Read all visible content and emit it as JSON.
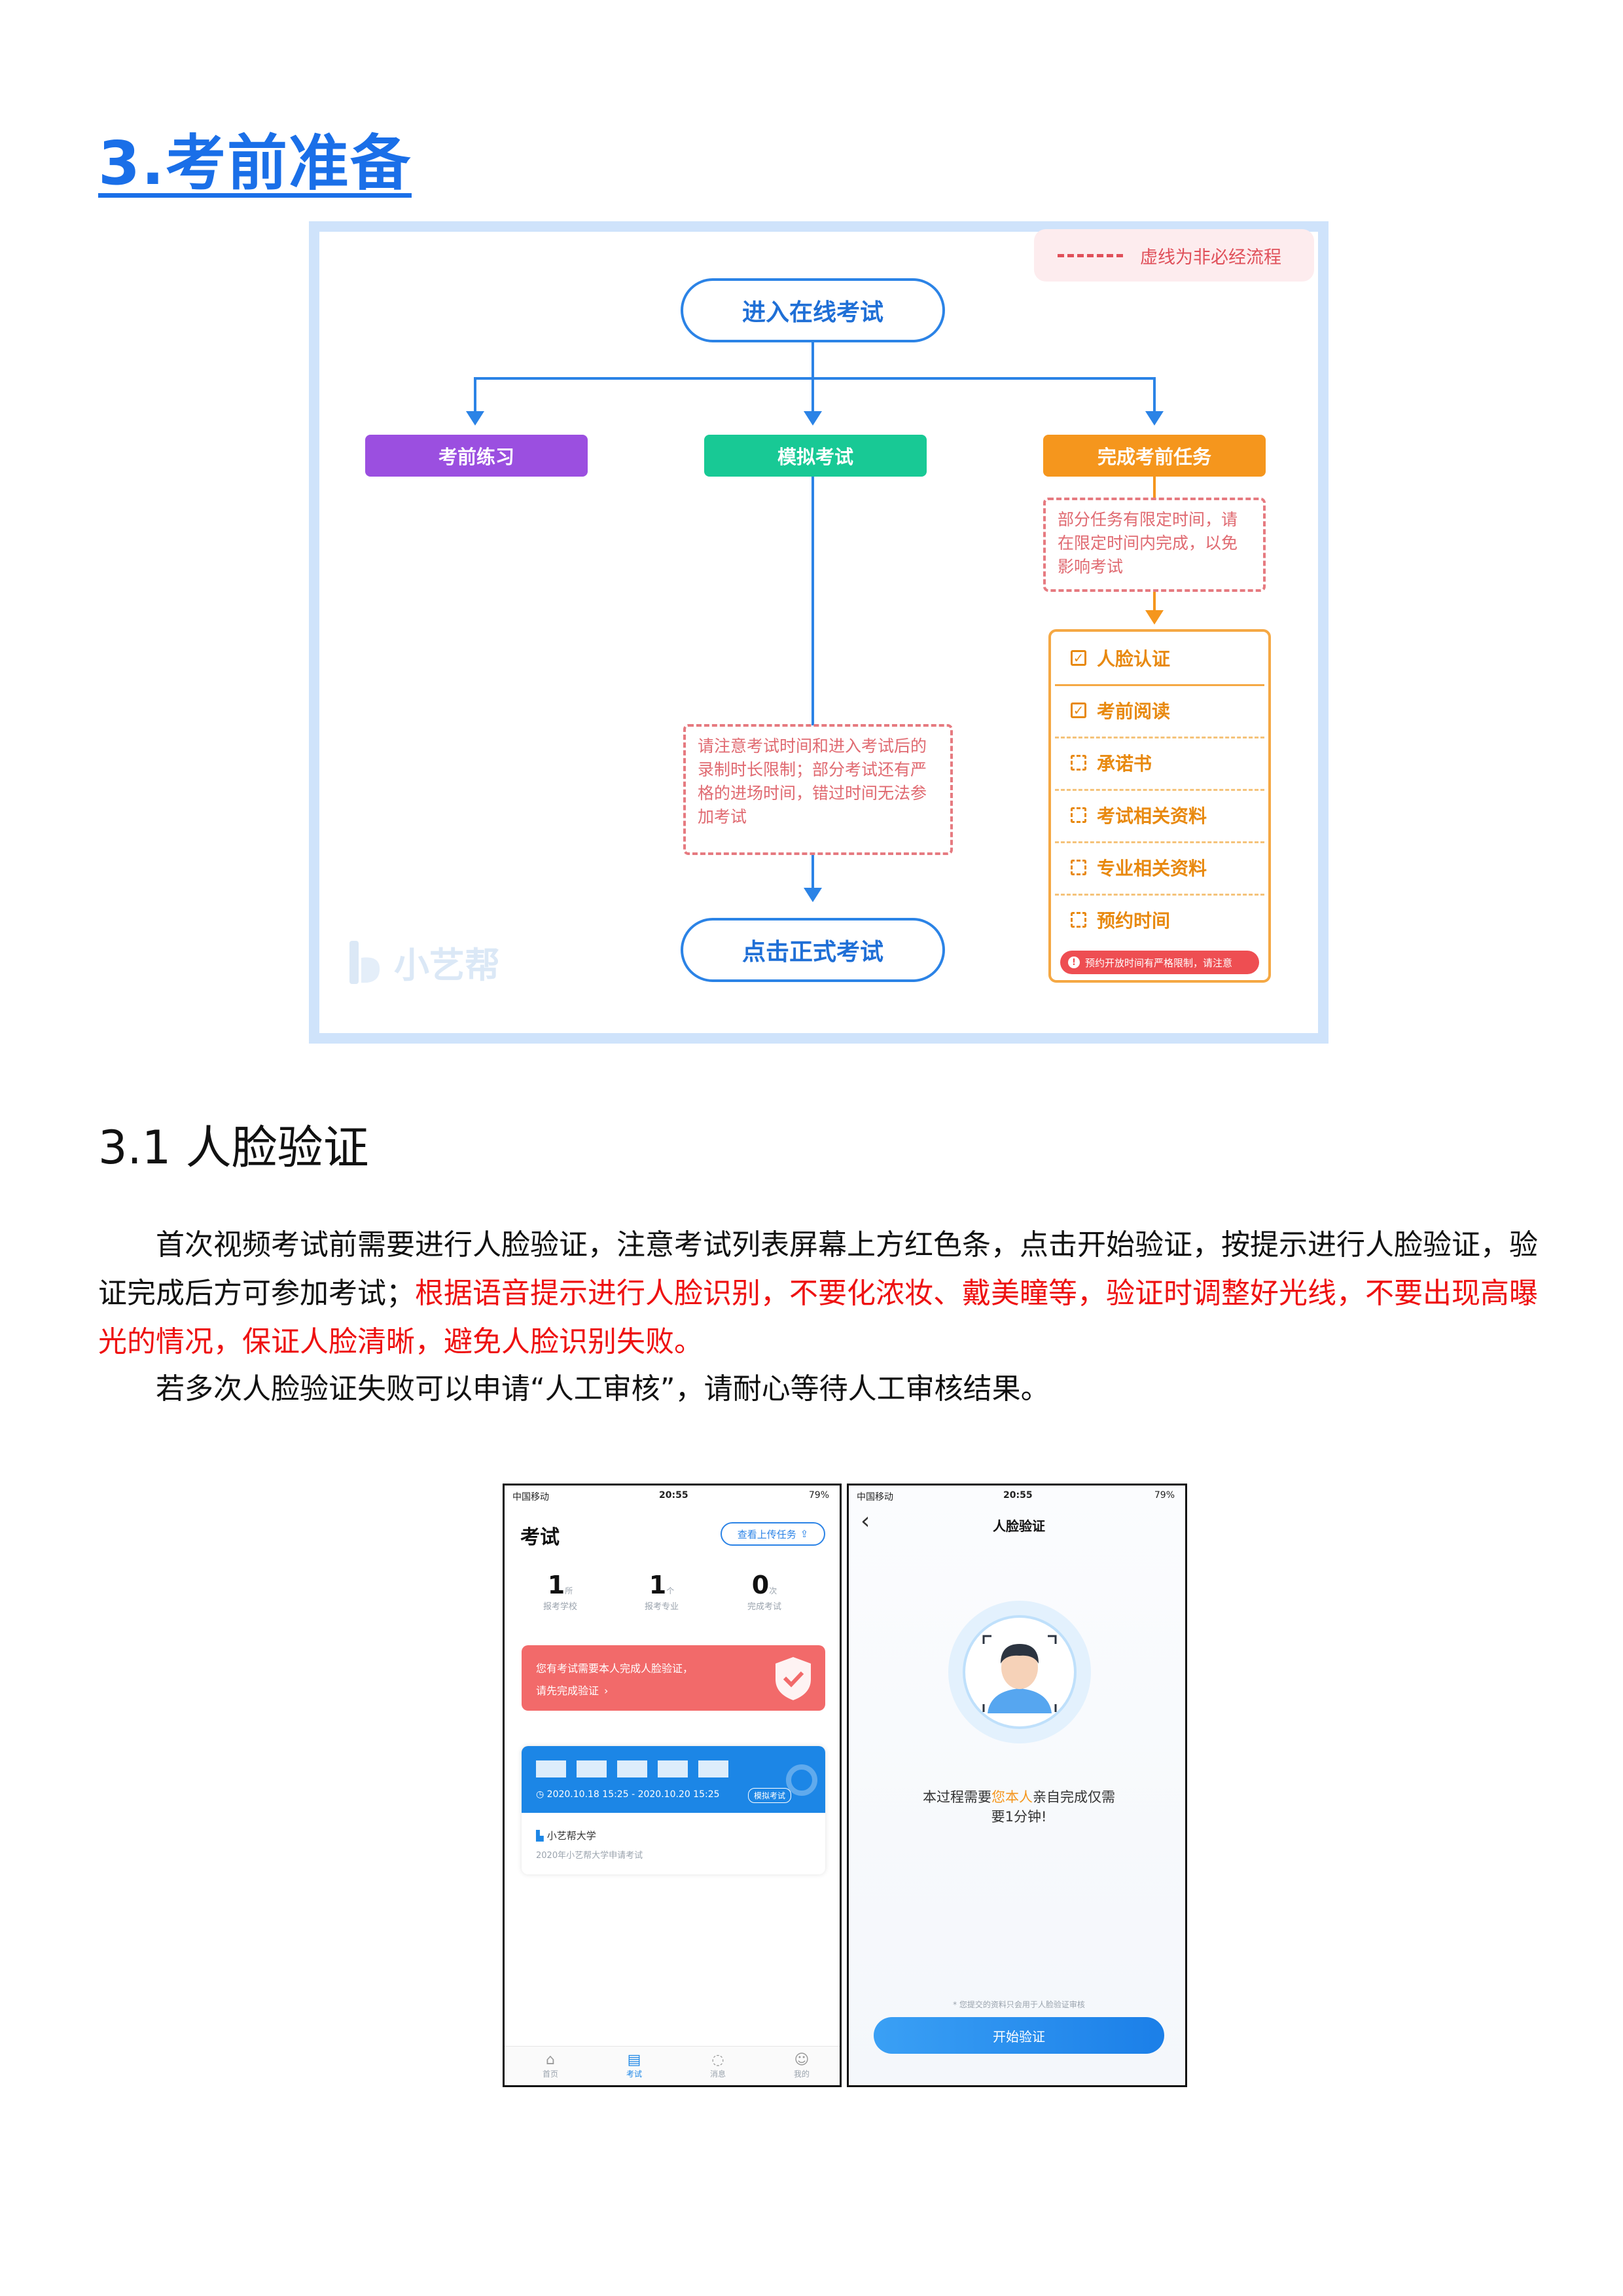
{
  "title": "3.考前准备",
  "flowchart": {
    "legend": "虚线为非必经流程",
    "start": "进入在线考试",
    "branches": [
      "考前练习",
      "模拟考试",
      "完成考前任务"
    ],
    "task_note": "部分任务有限定时间，请在限定时间内完成，以免影响考试",
    "tasks": [
      "人脸认证",
      "考前阅读",
      "承诺书",
      "考试相关资料",
      "专业相关资料",
      "预约时间"
    ],
    "task_footer": "预约开放时间有严格限制，请注意",
    "mock_note": "请注意考试时间和进入考试后的录制时长限制；部分考试还有严格的进场时间，错过时间无法参加考试",
    "end": "点击正式考试",
    "brand": "小艺帮",
    "colors": {
      "blue": "#2b83e6",
      "purple": "#9b4fe0",
      "green": "#18c995",
      "orange": "#f5961d",
      "red": "#ee4e52"
    }
  },
  "section": {
    "heading": "3.1 人脸验证",
    "para1_a": "首次视频考试前需要进行人脸验证，注意考试列表屏幕上方红色条，点击开始验证，按提示进行人脸验证，验证完成后方可参加考试；",
    "para1_b": "根据语音提示进行人脸识别，不要化浓妆、戴美瞳等，验证时调整好光线，不要出现高曝光的情况，保证人脸清晰，避免人脸识别失败。",
    "para2": "若多次人脸验证失败可以申请“人工审核”，请耐心等待人工审核结果。"
  },
  "phone1": {
    "carrier": "中国移动",
    "time": "20:55",
    "battery": "79%",
    "header_title": "考试",
    "upload_button": "查看上传任务",
    "stats": [
      {
        "value": "1",
        "unit": "所",
        "label": "报考学校"
      },
      {
        "value": "1",
        "unit": "个",
        "label": "报考专业"
      },
      {
        "value": "0",
        "unit": "次",
        "label": "完成考试"
      }
    ],
    "alert_line1": "您有考试需要本人完成人脸验证，",
    "alert_line2": "请先完成验证",
    "exam_time": "2020.10.18 15:25 - 2020.10.20 15:25",
    "exam_tag": "模拟考试",
    "school": "小艺帮大学",
    "exam_desc": "2020年小艺帮大学申请考试",
    "tabs": [
      "首页",
      "考试",
      "消息",
      "我的"
    ]
  },
  "phone2": {
    "carrier": "中国移动",
    "time": "20:55",
    "battery": "79%",
    "title": "人脸验证",
    "msg_a": "本过程需要",
    "msg_highlight": "您本人",
    "msg_b": "亲自完成仅需",
    "msg_c": "要1分钟!",
    "privacy_note": "* 您提交的资料只会用于人脸验证审核",
    "start_button": "开始验证"
  }
}
